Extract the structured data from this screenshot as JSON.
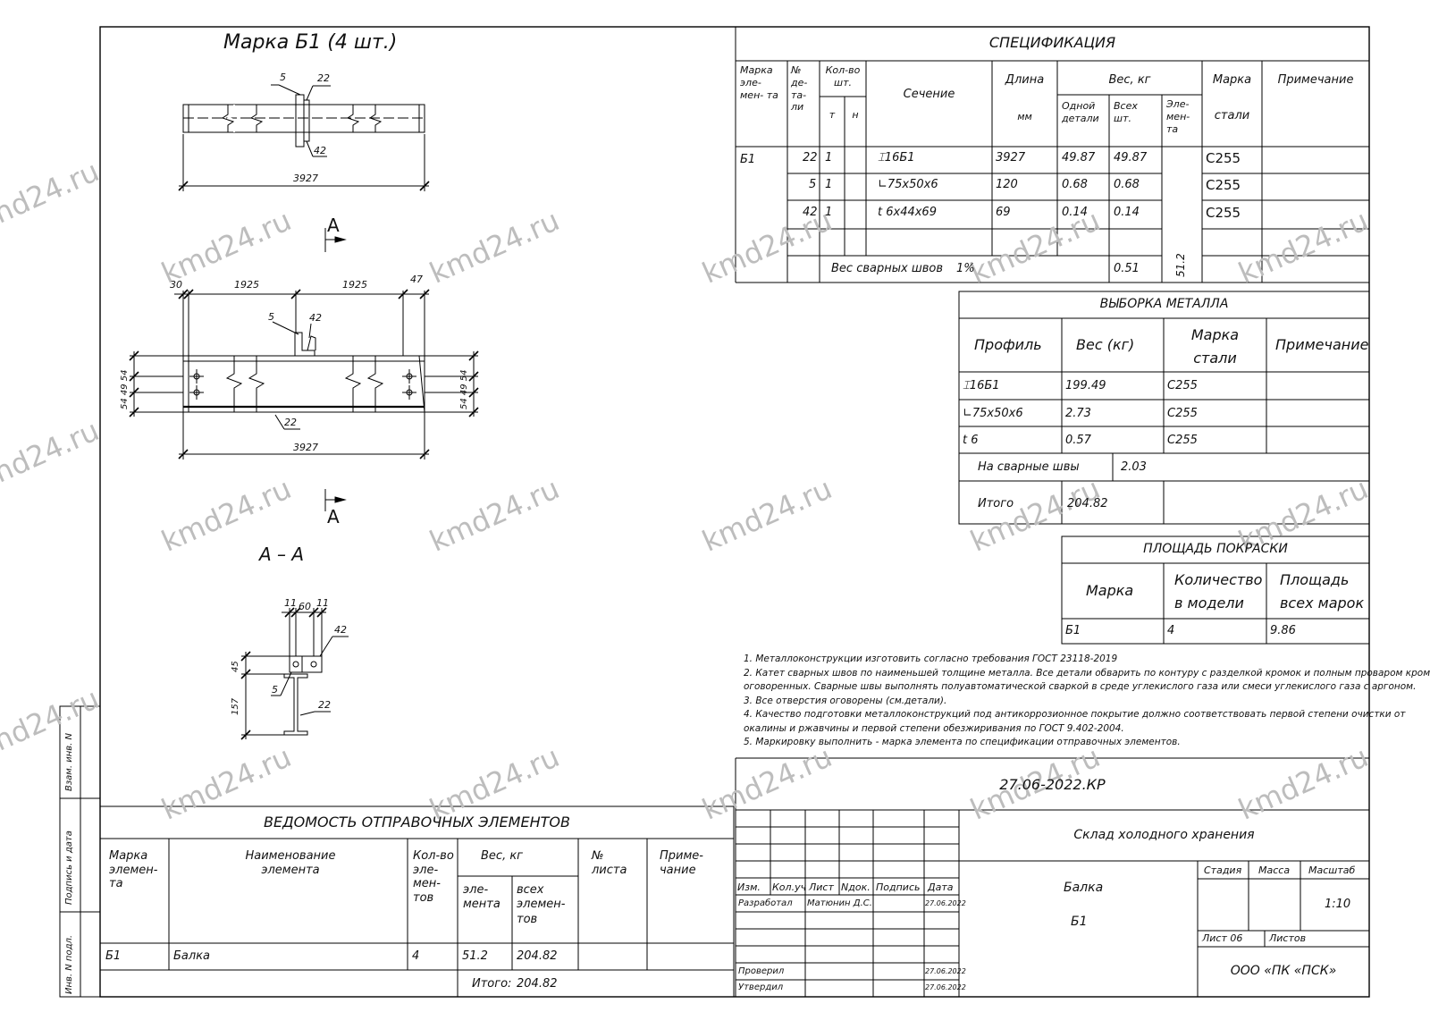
{
  "watermark": "kmd24.ru",
  "drawing": {
    "mark_title": "Марка Б1 (4 шт.)",
    "top": {
      "dim_len": "3927",
      "pos_a": "5",
      "pos_b": "22",
      "pos_c": "42"
    },
    "section_mark": "A",
    "front": {
      "d30": "30",
      "d1925a": "1925",
      "d1925b": "1925",
      "d47": "47",
      "pos_5": "5",
      "pos_42": "42",
      "pos_22": "22",
      "dim_len": "3927",
      "left_dims": "54 49 54",
      "right_dims": "54 49 54"
    },
    "section_title": "А – А",
    "sec": {
      "d11a": "11",
      "d60": "60",
      "d11b": "11",
      "pos_42": "42",
      "pos_5": "5",
      "pos_22": "22",
      "d45": "45",
      "d157": "157"
    }
  },
  "spec": {
    "title": "СПЕЦИФИКАЦИЯ",
    "h_mark": "Марка эле- мен- та",
    "h_num": "№ де- та- ли",
    "h_qty": "Кол-во шт.",
    "h_t": "т",
    "h_n": "н",
    "h_section": "Сечение",
    "h_len": "Длина",
    "h_mm": "мм",
    "h_weight": "Вес, кг",
    "h_one": "Одной детали",
    "h_all": "Всех шт.",
    "h_elem": "Эле- мен- та",
    "h_steel": "Марка",
    "h_steel2": "стали",
    "h_note": "Примечание",
    "element": "Б1",
    "elem_weight": "51.2",
    "rows": [
      {
        "num": "22",
        "qty": "1",
        "section": "⌶16Б1",
        "len": "3927",
        "one": "49.87",
        "all": "49.87",
        "steel": "С255"
      },
      {
        "num": "5",
        "qty": "1",
        "section": "∟75x50x6",
        "len": "120",
        "one": "0.68",
        "all": "0.68",
        "steel": "С255"
      },
      {
        "num": "42",
        "qty": "1",
        "section": "t 6x44x69",
        "len": "69",
        "one": "0.14",
        "all": "0.14",
        "steel": "С255"
      }
    ],
    "weld_label": "Вес сварных швов",
    "weld_pct": "1%",
    "weld_val": "0.51"
  },
  "metal": {
    "title": "ВЫБОРКА МЕТАЛЛА",
    "h_profile": "Профиль",
    "h_weight": "Вес (кг)",
    "h_steel": "Марка стали",
    "h_note": "Примечание",
    "rows": [
      {
        "profile": "⌶16Б1",
        "weight": "199.49",
        "steel": "С255"
      },
      {
        "profile": "∟75x50x6",
        "weight": "2.73",
        "steel": "С255"
      },
      {
        "profile": "t 6",
        "weight": "0.57",
        "steel": "С255"
      }
    ],
    "weld_label": "На сварные швы",
    "weld_val": "2.03",
    "total_label": "Итого",
    "total_val": "204.82"
  },
  "paint": {
    "title": "ПЛОЩАДЬ ПОКРАСКИ",
    "h_mark": "Марка",
    "h_qty": "Количество в модели",
    "h_area": "Площадь всех марок",
    "mark": "Б1",
    "qty": "4",
    "area": "9.86"
  },
  "notes": [
    "1. Металлоконструкции изготовить согласно требования ГОСТ 23118-2019",
    "2. Катет сварных швов по наименьшей толщине металла. Все детали обварить по контуру с разделкой кромок и полным проваром кроме",
    "оговоренных. Сварные швы выполнять полуавтоматической сваркой в среде углекислого газа или смеси углекислого газа с аргоном.",
    "3. Все отверстия оговорены (см.детали).",
    "4. Качество подготовки металлоконструкций под антикоррозионное покрытие должно соответствовать первой степени очистки от",
    "окалины и ржавчины и первой степени обезжиривания по ГОСТ 9.402-2004.",
    "5. Маркировку выполнить - марка элемента по спецификации отправочных элементов."
  ],
  "vedomost": {
    "title": "ВЕДОМОСТЬ ОТПРАВОЧНЫХ ЭЛЕМЕНТОВ",
    "h_mark": "Марка элемен- та",
    "h_name": "Наименование элемента",
    "h_qty": "Кол-во эле- мен- тов",
    "h_weight": "Вес, кг",
    "h_w1": "эле- мента",
    "h_w2": "всех элемен- тов",
    "h_sheet": "№ листа",
    "h_note": "Приме- чание",
    "row": {
      "mark": "Б1",
      "name": "Балка",
      "qty": "4",
      "w1": "51.2",
      "w2": "204.82"
    },
    "total_label": "Итого:",
    "total_val": "204.82"
  },
  "stamp": {
    "code": "27.06-2022.КР",
    "project": "Склад холодного хранения",
    "h_izm": "Изм.",
    "h_kol": "Кол.уч",
    "h_list": "Лист",
    "h_ndok": "Nдок.",
    "h_podp": "Подпись",
    "h_data": "Дата",
    "dev_label": "Разработал",
    "dev_name": "Матюнин Д.С.",
    "dev_date": "27.06.2022",
    "chk_label": "Проверил",
    "chk_date": "27.06.2022",
    "app_label": "Утвердил",
    "app_date": "27.06.2022",
    "name1": "Балка",
    "name2": "Б1",
    "h_stage": "Стадия",
    "h_mass": "Масса",
    "h_scale": "Масштаб",
    "scale": "1:10",
    "sheet": "Лист 06",
    "sheets": "Листов",
    "org": "ООО «ПК «ПСК»"
  },
  "side": {
    "s1": "Взам. инв. N",
    "s2": "Подпись и дата",
    "s3": "Инв. N подл."
  }
}
